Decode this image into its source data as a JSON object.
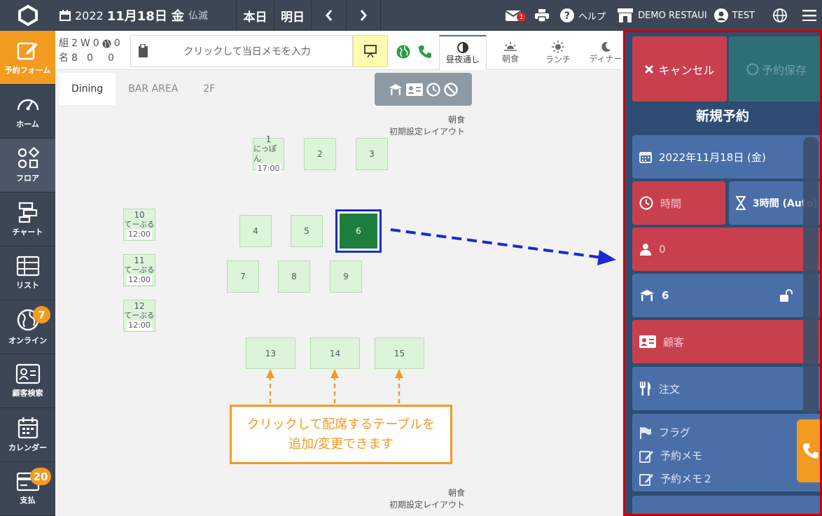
{
  "header": {
    "year": "2022",
    "month_day": "11月18日",
    "weekday": "金",
    "rokuyo": "仏滅",
    "today_label": "本日",
    "tomorrow_label": "明日",
    "mail_badge": "1",
    "help_label": "ヘルプ",
    "restaurant_label": "DEMO RESTAUI",
    "user_label": "TEST"
  },
  "sidebar": {
    "items": [
      {
        "label": "予約フォーム",
        "icon": "edit-icon"
      },
      {
        "label": "ホーム",
        "icon": "dashboard-icon"
      },
      {
        "label": "フロア",
        "icon": "floor-icon"
      },
      {
        "label": "チャート",
        "icon": "chart-icon"
      },
      {
        "label": "リスト",
        "icon": "list-icon"
      },
      {
        "label": "オンライン",
        "icon": "globe-icon",
        "badge": "7"
      },
      {
        "label": "顧客検索",
        "icon": "customer-card-icon"
      },
      {
        "label": "カレンダー",
        "icon": "calendar-icon"
      },
      {
        "label": "支払",
        "icon": "payment-icon",
        "badge": "20"
      }
    ]
  },
  "toolbar": {
    "groups_label": "組",
    "groups_value": "2",
    "walkin_label": "W",
    "walkin_value": "0",
    "online_value": "0",
    "people_label": "名",
    "people_value": "8",
    "walkin_people": "0",
    "online_people": "0",
    "memo_placeholder": "クリックして当日メモを入力",
    "meal_tabs": [
      {
        "label": "昼夜通し",
        "icon": "half-circle-icon"
      },
      {
        "label": "朝食",
        "icon": "sunrise-icon"
      },
      {
        "label": "ランチ",
        "icon": "sun-icon"
      },
      {
        "label": "ディナー",
        "icon": "moon-icon"
      }
    ]
  },
  "floor": {
    "tabs": [
      "Dining",
      "BAR AREA",
      "2F"
    ],
    "layout_meal": "朝食",
    "layout_name": "初期設定レイアウト",
    "tables": [
      {
        "id": "1",
        "sub": "にっぽん",
        "time": "17:00"
      },
      {
        "id": "2"
      },
      {
        "id": "3"
      },
      {
        "id": "4"
      },
      {
        "id": "5"
      },
      {
        "id": "6",
        "selected": true
      },
      {
        "id": "7"
      },
      {
        "id": "8"
      },
      {
        "id": "9"
      },
      {
        "id": "10",
        "sub": "てーぶる",
        "time": "12:00"
      },
      {
        "id": "11",
        "sub": "てーぶる",
        "time": "12:00"
      },
      {
        "id": "12",
        "sub": "てーぶる",
        "time": "12:00"
      },
      {
        "id": "13"
      },
      {
        "id": "14"
      },
      {
        "id": "15"
      }
    ],
    "callout_line1": "クリックして配席するテーブルを",
    "callout_line2": "追加/変更できます"
  },
  "panel": {
    "cancel_label": "キャンセル",
    "save_label": "予約保存",
    "title": "新規予約",
    "date": "2022年11月18日 (金)",
    "time_label": "時間",
    "duration": "3時間 (Auto)",
    "guests": "0",
    "table": "6",
    "customer_label": "顧客",
    "order_label": "注文",
    "flag_label": "フラグ",
    "memo_label": "予約メモ",
    "memo2_label": "予約メモ２"
  },
  "colors": {
    "accent_orange": "#f39a21",
    "nav_dark": "#3d4654",
    "panel_blue": "#4a6fa8",
    "panel_red": "#c8404e",
    "selected_table": "#1e7e3e",
    "table_green": "#dcf5d8"
  }
}
